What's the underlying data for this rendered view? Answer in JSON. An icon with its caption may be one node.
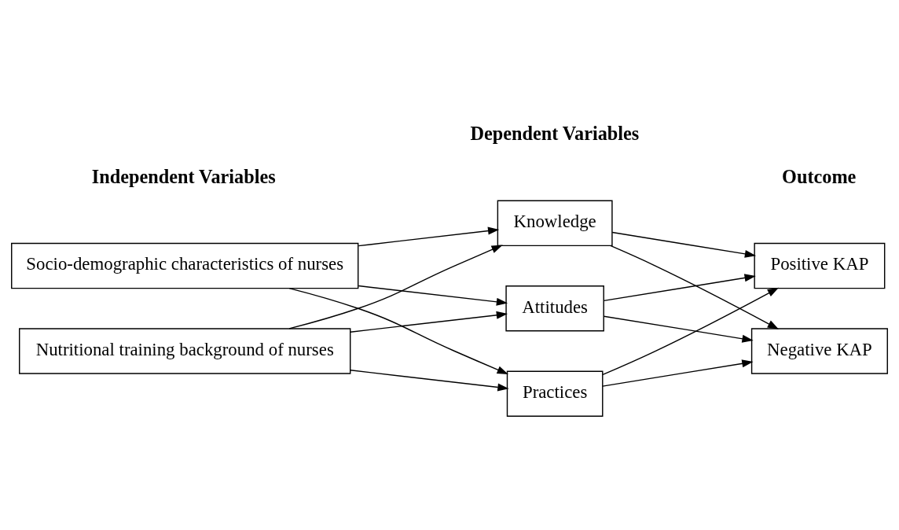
{
  "diagram": {
    "nodes": [
      {
        "text": [
          "Socio-demographic characteristics of nurses"
        ]
      },
      {
        "text": [
          "Nutritional training background of nurses"
        ]
      },
      {
        "text": [
          "Knowledge"
        ]
      },
      {
        "text": [
          "Attitudes"
        ]
      },
      {
        "text": [
          "Practices"
        ]
      },
      {
        "text": [
          "Positive KAP"
        ]
      },
      {
        "text": [
          "Negative KAP"
        ]
      }
    ],
    "edges": [
      {
        "from": 0,
        "to": 2,
        "arrow": "to"
      },
      {
        "from": 0,
        "to": 3,
        "arrow": "to"
      },
      {
        "from": 0,
        "to": 4,
        "arrow": "to"
      },
      {
        "from": 1,
        "to": 2,
        "arrow": "to"
      },
      {
        "from": 1,
        "to": 3,
        "arrow": "to"
      },
      {
        "from": 1,
        "to": 4,
        "arrow": "to"
      },
      {
        "from": 2,
        "to": 5,
        "arrow": "to"
      },
      {
        "from": 2,
        "to": 6,
        "arrow": "to"
      },
      {
        "from": 3,
        "to": 5,
        "arrow": "to"
      },
      {
        "from": 3,
        "to": 6,
        "arrow": "to"
      },
      {
        "from": 4,
        "to": 5,
        "arrow": "to"
      },
      {
        "from": 4,
        "to": 6,
        "arrow": "to"
      }
    ],
    "labels": [
      "Independent Variables",
      "Dependent Variables",
      "Outcome"
    ]
  }
}
